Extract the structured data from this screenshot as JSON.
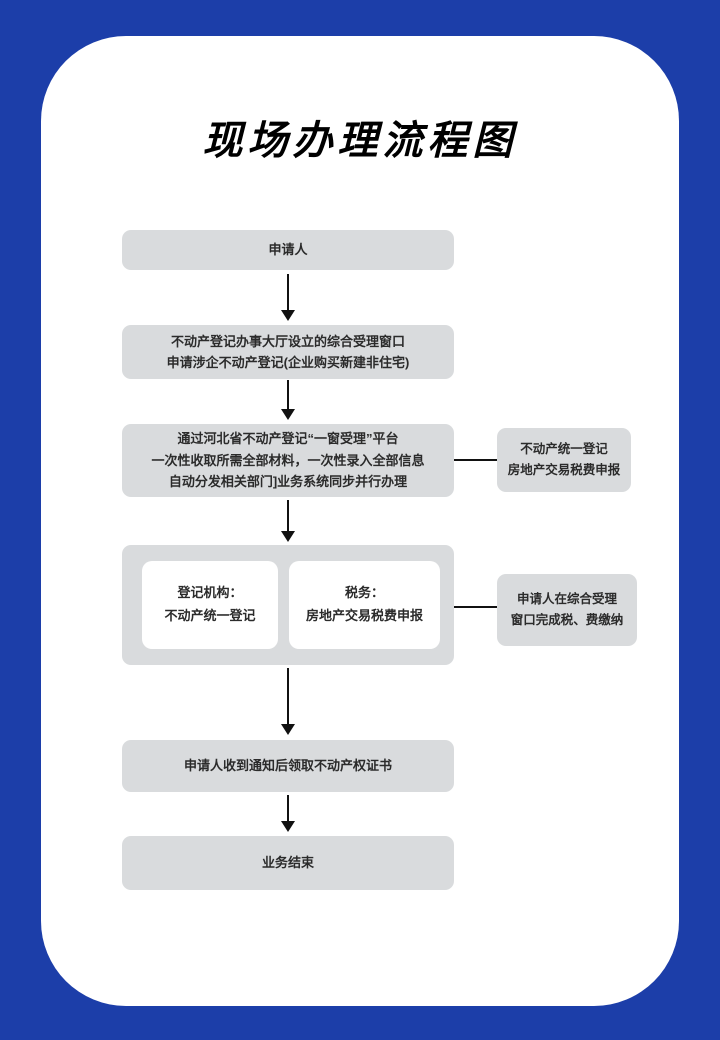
{
  "title": "现场办理流程图",
  "colors": {
    "background": "#1C3EA9",
    "card": "#FFFFFF",
    "node_fill": "#D9DBDD",
    "subnode_fill": "#FFFFFF",
    "arrow": "#111111",
    "text": "#2B2B2B"
  },
  "flowchart": {
    "nodes": {
      "applicant": {
        "lines": [
          "申请人"
        ]
      },
      "reception_window": {
        "lines": [
          "不动产登记办事大厅设立的综合受理窗口",
          "申请涉企不动产登记(企业购买新建非住宅)"
        ]
      },
      "platform": {
        "lines": [
          "通过河北省不动产登记“一窗受理”平台",
          "一次性收取所需全部材料，一次性录入全部信息",
          "自动分发相关部门]业务系统同步并行办理"
        ]
      },
      "side_declare": {
        "lines": [
          "不动产统一登记",
          "房地产交易税费申报"
        ]
      },
      "registry_agency": {
        "lines": [
          "登记机构：",
          "不动产统一登记"
        ]
      },
      "tax_agency": {
        "lines": [
          "税务：",
          "房地产交易税费申报"
        ]
      },
      "side_payment": {
        "lines": [
          "申请人在综合受理",
          "窗口完成税、费缴纳"
        ]
      },
      "certificate": {
        "lines": [
          "申请人收到通知后领取不动产权证书"
        ]
      },
      "end": {
        "lines": [
          "业务结束"
        ]
      }
    }
  }
}
